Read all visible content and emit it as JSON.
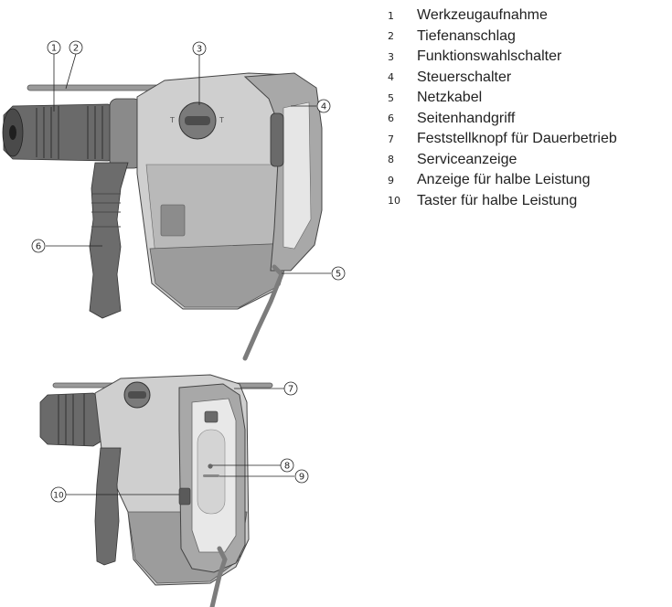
{
  "legend": [
    {
      "num": "1",
      "label": "Werkzeugaufnahme"
    },
    {
      "num": "2",
      "label": "Tiefenanschlag"
    },
    {
      "num": "3",
      "label": "Funktionswahlschalter"
    },
    {
      "num": "4",
      "label": "Steuerschalter"
    },
    {
      "num": "5",
      "label": "Netzkabel"
    },
    {
      "num": "6",
      "label": "Seitenhandgriff"
    },
    {
      "num": "7",
      "label": "Feststellknopf für Dauerbetrieb"
    },
    {
      "num": "8",
      "label": "Serviceanzeige"
    },
    {
      "num": "9",
      "label": "Anzeige für halbe Leistung"
    },
    {
      "num": "10",
      "label": "Taster für halbe Leistung"
    }
  ],
  "colors": {
    "housing_light": "#cfcfcf",
    "housing_mid": "#a9a9a9",
    "housing_dark": "#6e6e6e",
    "grip_dark": "#5a5a5a",
    "line": "#222222"
  }
}
